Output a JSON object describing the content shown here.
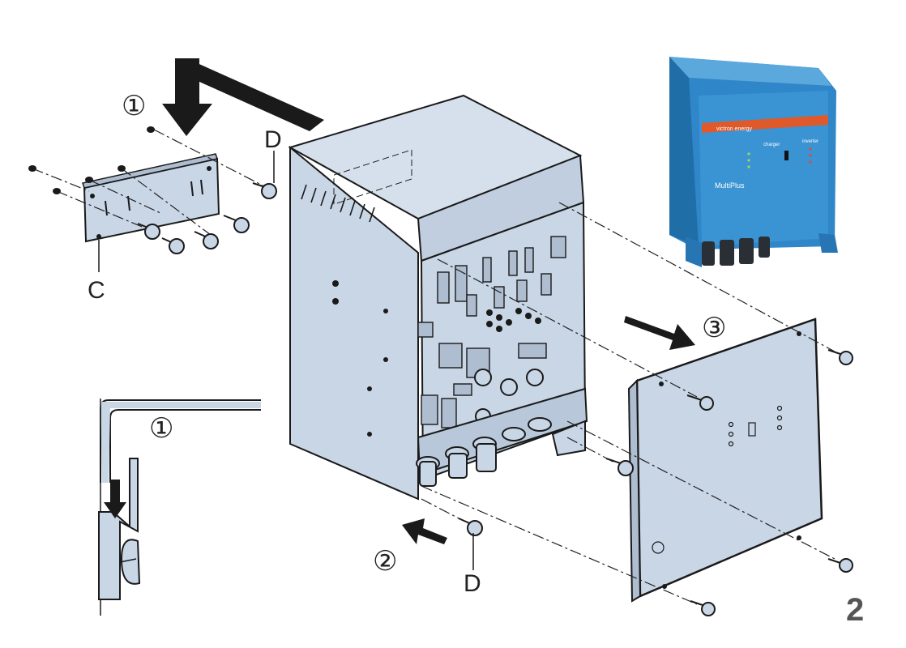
{
  "steps": {
    "step1_top": "①",
    "step1_detail": "①",
    "step2": "②",
    "step3": "③"
  },
  "labels": {
    "c": "C",
    "d_top": "D",
    "d_bottom": "D"
  },
  "figure_number": "2",
  "photo": {
    "brand": "victron energy",
    "product": "MultiPlus",
    "section_charger": "charger",
    "section_inverter": "inverter"
  },
  "colors": {
    "panel": "#c9d6e6",
    "panel_dark": "#aebdd0",
    "outline": "#1a1a1a",
    "product_blue": "#2f86c8",
    "product_orange": "#e0592a"
  }
}
